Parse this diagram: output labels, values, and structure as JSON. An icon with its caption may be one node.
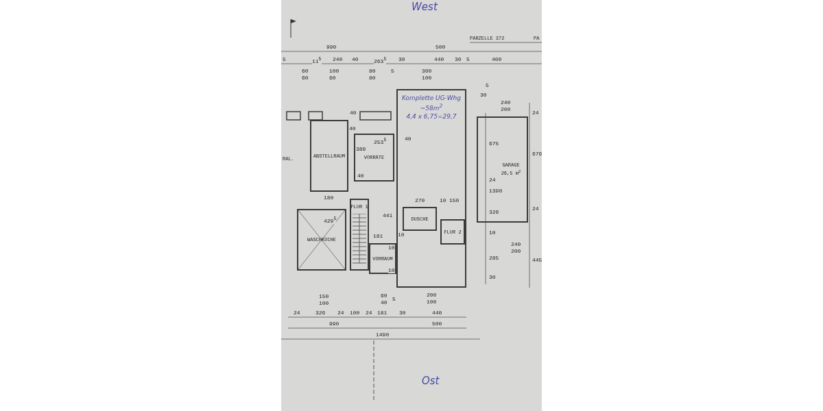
{
  "diagram": {
    "nodes": [
      {
        "text": [
          "ABSTELLRAUM"
        ]
      },
      {
        "text": [
          "VORRÄTE"
        ]
      },
      {
        "text": [
          "Komplette UG-Whg",
          "~58m$^{2}$",
          "4,4 x 6,75=29,7"
        ]
      },
      {
        "text": [
          "GARAGE",
          "26,5 m$^{2}$"
        ]
      },
      {
        "text": [
          "FLUR 1"
        ]
      },
      {
        "text": [
          "WASCHKÜCHE"
        ]
      },
      {
        "text": [
          "DUSCHE"
        ],
        "in": 2
      },
      {
        "text": [
          "FLUR 2"
        ],
        "in": 2
      },
      {
        "text": [
          "VORRAUM"
        ]
      }
    ],
    "labels": [
      "West",
      "PARZELLE 372",
      "PA",
      "990",
      "500",
      "5",
      "11$^{5}$",
      "240",
      "40",
      "263$^{5}$",
      "30",
      "440",
      "30",
      "5",
      "400",
      "60",
      "60",
      "100",
      "60",
      "80",
      "80",
      "5",
      "300",
      "100",
      "5",
      "30",
      "240",
      "200",
      "40",
      "24",
      "RAL.",
      "40",
      "253$^{5}$",
      "40",
      "389",
      "675",
      "676",
      "40",
      "24",
      "1390",
      "180",
      "270",
      "10",
      "150",
      "326",
      "24",
      "429$^{5}$",
      "441",
      "10",
      "181",
      "10",
      "10",
      "10",
      "240",
      "200",
      "285",
      "445",
      "30",
      "150",
      "100",
      "60",
      "40",
      "5",
      "200",
      "100",
      "24",
      "326",
      "24",
      "100",
      "24",
      "181",
      "30",
      "440",
      "990",
      "500",
      "1490",
      "Ost"
    ]
  }
}
